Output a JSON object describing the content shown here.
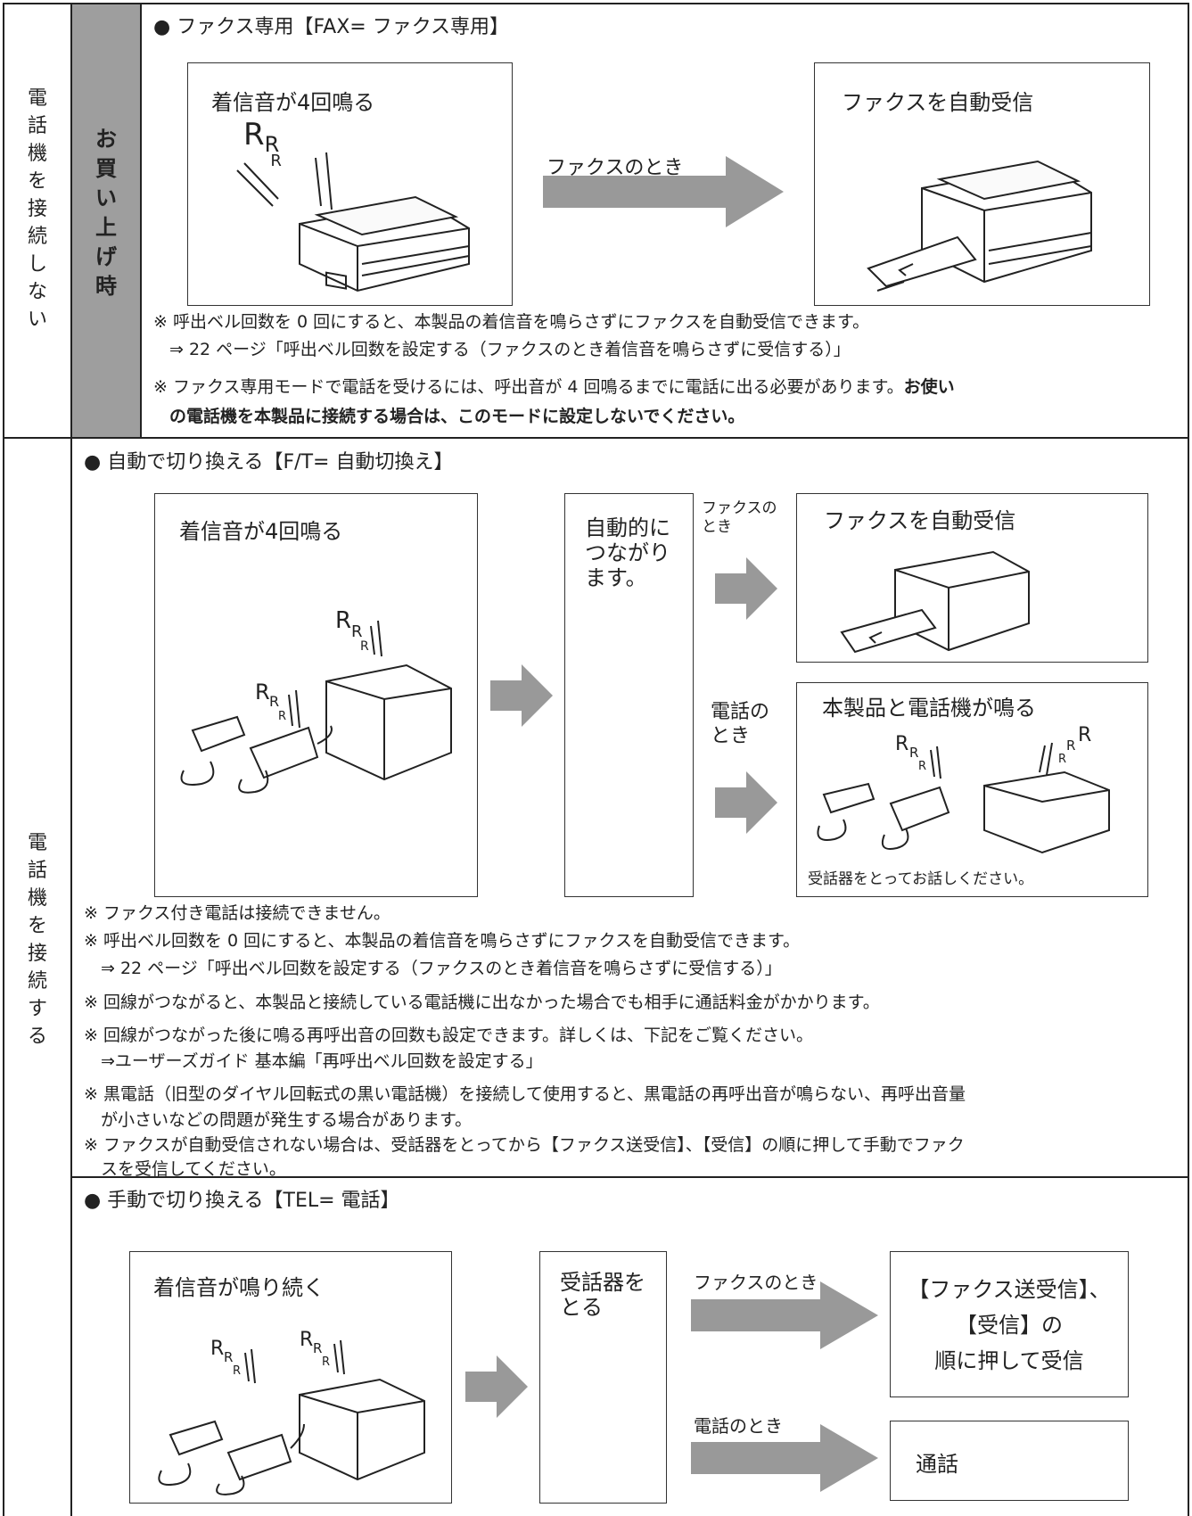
{
  "left_labels": {
    "no_phone": "電\n話\n機\nを\n接\n続\nし\nな\nい",
    "factory_default": "お\n買\nい\n上\nげ\n時",
    "with_phone": "電\n話\n機\nを\n接\n続\nす\nる"
  },
  "fax_only": {
    "title": "● ファクス専用【FAX= ファクス専用】",
    "box1": "着信音が4回鳴る",
    "arrow_label": "ファクスのとき",
    "box2": "ファクスを自動受信",
    "note1": "※ 呼出ベル回数を 0 回にすると、本製品の着信音を鳴らさずにファクスを自動受信できます。",
    "note1b": "⇒ 22 ページ「呼出ベル回数を設定する（ファクスのとき着信音を鳴らさずに受信する）」",
    "note2a": "※ ファクス専用モードで電話を受けるには、呼出音が 4 回鳴るまでに電話に出る必要があります。",
    "note2b": "お使い",
    "note2c": "の電話機を本製品に接続する場合は、このモードに設定しないでください。"
  },
  "auto_switch": {
    "title": "● 自動で切り換える【F/T= 自動切換え】",
    "box1": "着信音が4回鳴る",
    "box2": "自動的に\nつながり\nます。",
    "fax_label": "ファクスの\nとき",
    "phone_label": "電話の\nとき",
    "box3": "ファクスを自動受信",
    "box4": "本製品と電話機が鳴る",
    "box4_note": "受話器をとってお話しください。",
    "notes": [
      "※ ファクス付き電話は接続できません。",
      "※ 呼出ベル回数を 0 回にすると、本製品の着信音を鳴らさずにファクスを自動受信できます。",
      "　⇒ 22 ページ「呼出ベル回数を設定する（ファクスのとき着信音を鳴らさずに受信する）」",
      "※ 回線がつながると、本製品と接続している電話機に出なかった場合でも相手に通話料金がかかります。",
      "※ 回線がつながった後に鳴る再呼出音の回数も設定できます。詳しくは、下記をご覧ください。",
      "　⇒ユーザーズガイド 基本編「再呼出ベル回数を設定する」",
      "※ 黒電話（旧型のダイヤル回転式の黒い電話機）を接続して使用すると、黒電話の再呼出音が鳴らない、再呼出音量",
      "　が小さいなどの問題が発生する場合があります。",
      "※ ファクスが自動受信されない場合は、受話器をとってから【ファクス送受信】、【受信】の順に押して手動でファク",
      "　スを受信してください。"
    ]
  },
  "manual_switch": {
    "title": "● 手動で切り換える【TEL= 電話】",
    "box1": "着信音が鳴り続く",
    "box2": "受話器を\nとる",
    "fax_label": "ファクスのとき",
    "phone_label": "電話のとき",
    "box3": "【ファクス送受信】、\n【受信】の\n順に押して受信",
    "box4": "通話"
  },
  "ring_letters": {
    "big": "R",
    "mid": "R",
    "small": "R"
  }
}
